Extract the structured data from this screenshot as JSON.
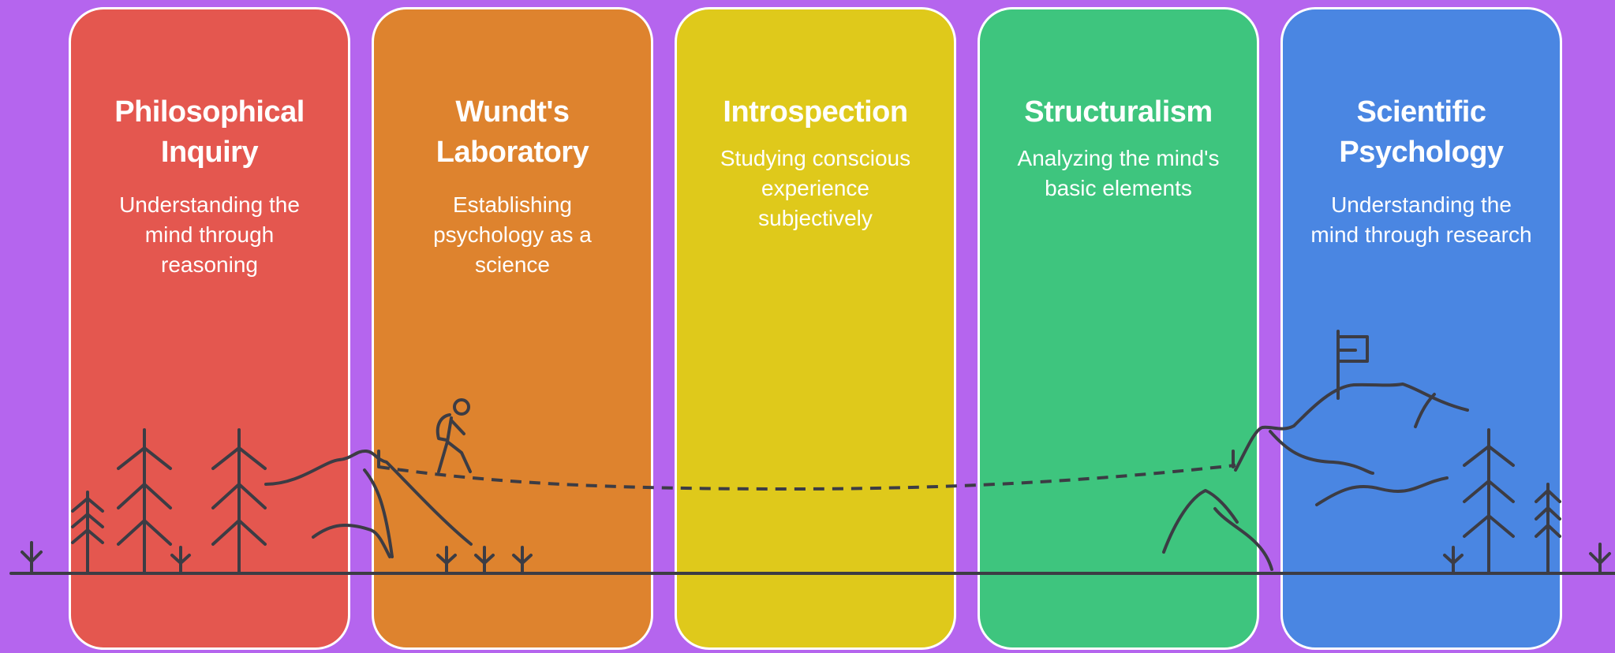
{
  "colors": {
    "background": "#b565ee",
    "card_border": "#ffffff",
    "line_art": "#3c3c44"
  },
  "stages": [
    {
      "id": "philosophical-inquiry",
      "title": "Philosophical\nInquiry",
      "description": "Understanding the\nmind through\nreasoning",
      "color": "#e4574f"
    },
    {
      "id": "wundts-laboratory",
      "title": "Wundt's\nLaboratory",
      "description": "Establishing\npsychology as a\nscience",
      "color": "#de832e"
    },
    {
      "id": "introspection",
      "title": "Introspection",
      "description": "Studying conscious\nexperience\nsubjectively",
      "color": "#dfc91b"
    },
    {
      "id": "structuralism",
      "title": "Structuralism",
      "description": "Analyzing the mind's\nbasic elements",
      "color": "#3ec57e"
    },
    {
      "id": "scientific-psychology",
      "title": "Scientific\nPsychology",
      "description": "Understanding the\nmind through research",
      "color": "#4a86e2"
    }
  ],
  "icons": {
    "hiker": "hiker-icon",
    "flag": "flag-icon",
    "tree": "tree-icon",
    "mountain": "mountain-icon",
    "grass": "grass-icon"
  }
}
